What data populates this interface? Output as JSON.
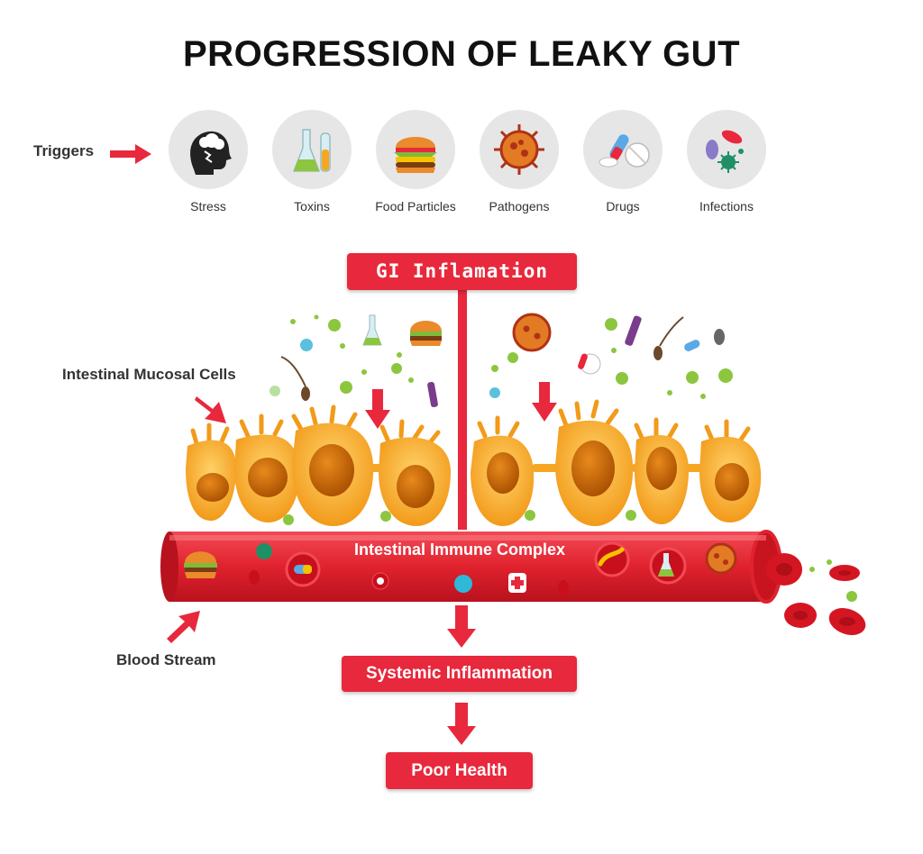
{
  "title": "PROGRESSION OF LEAKY GUT",
  "triggers_label": "Triggers",
  "triggers": [
    {
      "label": "Stress",
      "icon": "head-stress-icon"
    },
    {
      "label": "Toxins",
      "icon": "flask-toxins-icon"
    },
    {
      "label": "Food Particles",
      "icon": "burger-icon"
    },
    {
      "label": "Pathogens",
      "icon": "virus-icon"
    },
    {
      "label": "Drugs",
      "icon": "pills-icon"
    },
    {
      "label": "Infections",
      "icon": "bacteria-icon"
    }
  ],
  "gi_inflammation": "GI Inflamation",
  "mucosal_cells_label": "Intestinal Mucosal Cells",
  "immune_complex_label": "Intestinal Immune Complex",
  "blood_stream_label": "Blood Stream",
  "systemic_inflammation": "Systemic Inflammation",
  "poor_health": "Poor Health",
  "colors": {
    "accent_red": "#e8283c",
    "vessel_red": "#e0222e",
    "cell_orange": "#f5a623",
    "nucleus": "#d06a00",
    "icon_bg": "#e6e6e6"
  }
}
